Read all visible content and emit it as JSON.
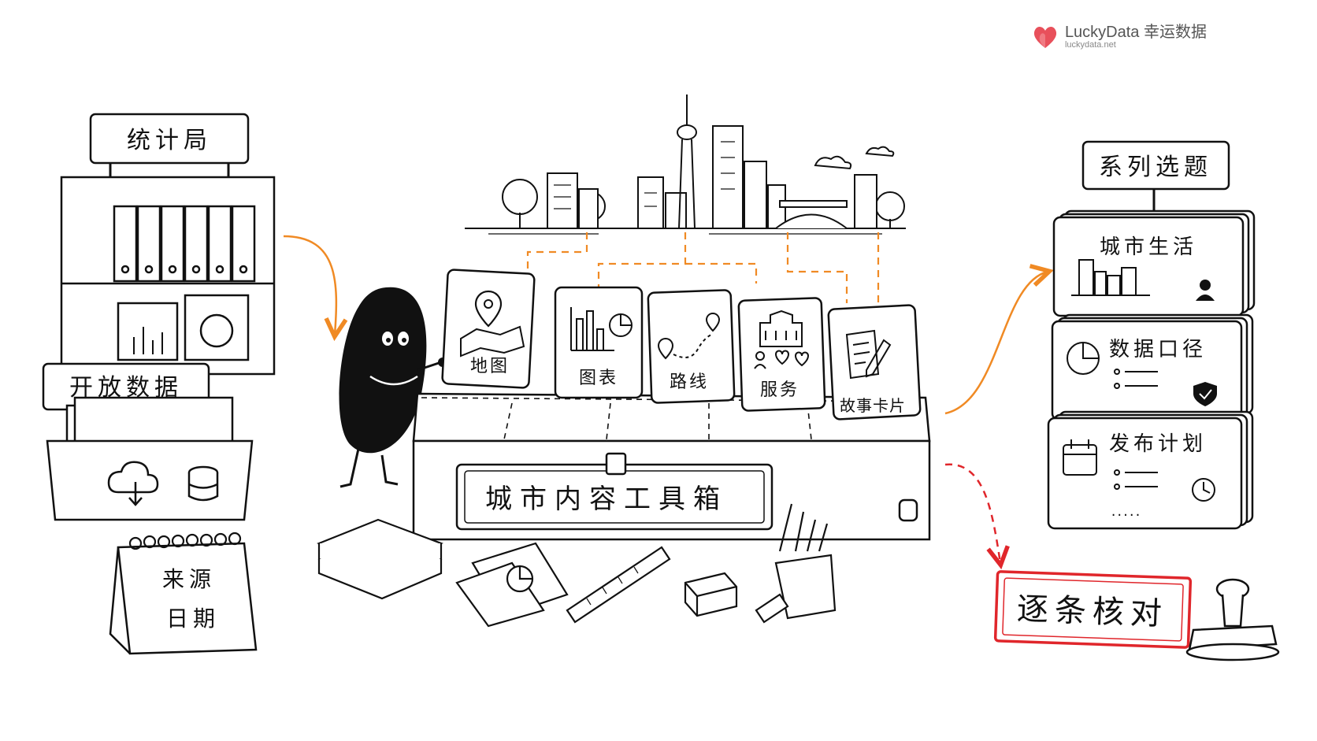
{
  "brand": {
    "name": "LuckyData 幸运数据",
    "url": "luckydata.net",
    "color": "#e8505b"
  },
  "sources": {
    "bureau_sign": "统计局",
    "open_data_sign": "开放数据",
    "calendar_line1": "来源",
    "calendar_line2": "日期"
  },
  "toolbox": {
    "label": "城市内容工具箱",
    "cards": [
      "地图",
      "图表",
      "路线",
      "服务",
      "故事卡片"
    ]
  },
  "series": {
    "sign": "系列选题",
    "cards": [
      {
        "title": "城市生活",
        "icon": "person-icon"
      },
      {
        "title": "数据口径",
        "icon": "shield-check-icon"
      },
      {
        "title": "发布计划",
        "icon": "clock-icon"
      }
    ],
    "ellipsis": "....."
  },
  "stamp": {
    "text": "逐条核对",
    "color": "#e0262b"
  },
  "colors": {
    "arrow_orange": "#f08a24",
    "ink": "#111111",
    "calendar_blue": "#2f7fd6"
  }
}
